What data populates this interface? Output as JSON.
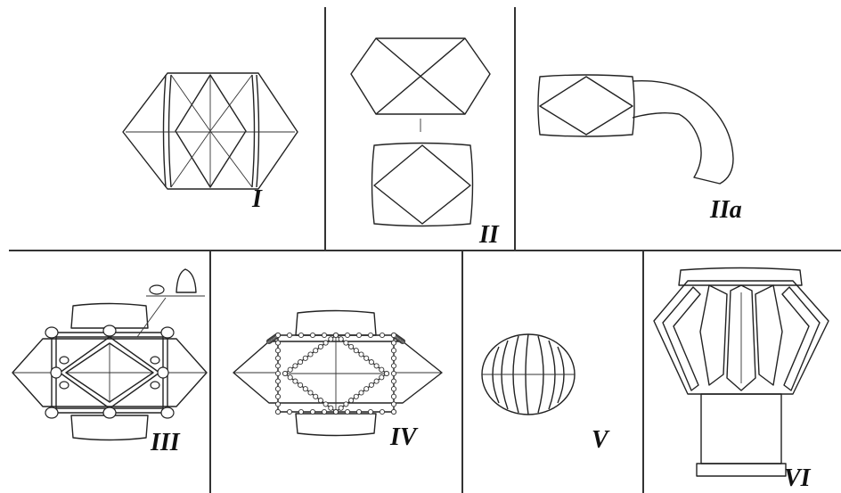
{
  "panels": [
    {
      "id": "I",
      "label": "I"
    },
    {
      "id": "II",
      "label": "II"
    },
    {
      "id": "IIa",
      "label": "IIa"
    },
    {
      "id": "III",
      "label": "III"
    },
    {
      "id": "IV",
      "label": "IV"
    },
    {
      "id": "V",
      "label": "V"
    },
    {
      "id": "VI",
      "label": "VI"
    }
  ]
}
